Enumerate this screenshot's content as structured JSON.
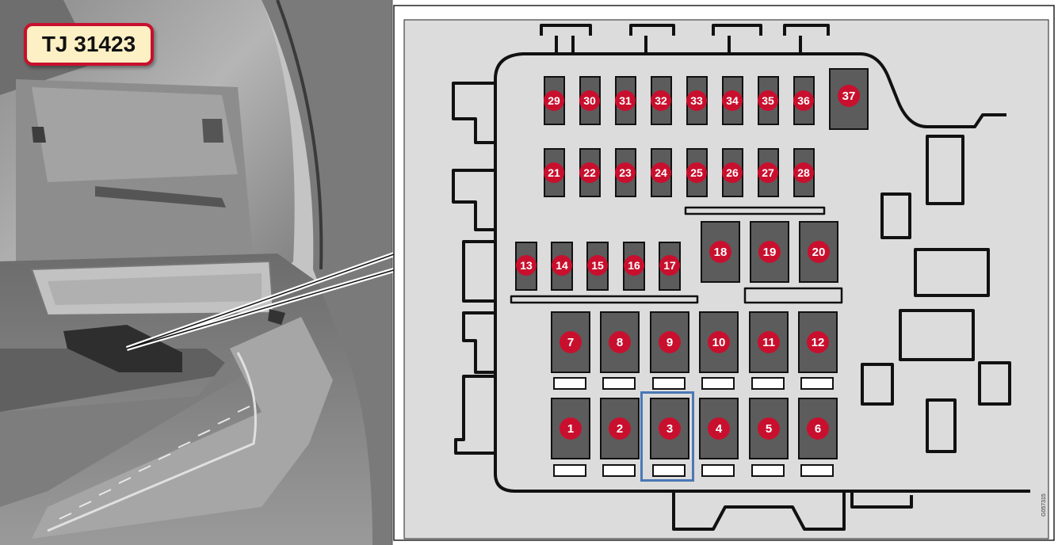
{
  "label": "TJ 31423",
  "image_code": "G057315",
  "highlighted_fuse": "3",
  "colors": {
    "badge": "#c8102e",
    "fuse": "#5c5c5c",
    "highlight": "#4a78b5",
    "label_bg": "#fdf0c4"
  },
  "fuses": [
    {
      "id": "1"
    },
    {
      "id": "2"
    },
    {
      "id": "3"
    },
    {
      "id": "4"
    },
    {
      "id": "5"
    },
    {
      "id": "6"
    },
    {
      "id": "7"
    },
    {
      "id": "8"
    },
    {
      "id": "9"
    },
    {
      "id": "10"
    },
    {
      "id": "11"
    },
    {
      "id": "12"
    },
    {
      "id": "13"
    },
    {
      "id": "14"
    },
    {
      "id": "15"
    },
    {
      "id": "16"
    },
    {
      "id": "17"
    },
    {
      "id": "18"
    },
    {
      "id": "19"
    },
    {
      "id": "20"
    },
    {
      "id": "21"
    },
    {
      "id": "22"
    },
    {
      "id": "23"
    },
    {
      "id": "24"
    },
    {
      "id": "25"
    },
    {
      "id": "26"
    },
    {
      "id": "27"
    },
    {
      "id": "28"
    },
    {
      "id": "29"
    },
    {
      "id": "30"
    },
    {
      "id": "31"
    },
    {
      "id": "32"
    },
    {
      "id": "33"
    },
    {
      "id": "34"
    },
    {
      "id": "35"
    },
    {
      "id": "36"
    },
    {
      "id": "37"
    }
  ]
}
